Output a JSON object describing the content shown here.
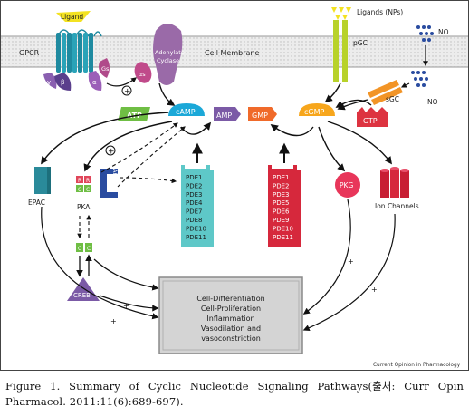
{
  "diagram": {
    "ligand": "Ligand",
    "ligands_nps": "Ligands (NPs)",
    "no_top": "NO",
    "no_right": "NO",
    "gpcr": "GPCR",
    "cell_membrane": "Cell Membrane",
    "adenylate_cyclase": [
      "Adenylate",
      "Cyclase"
    ],
    "pgc": "pGC",
    "sgc": "sGC",
    "g_alpha": "α",
    "g_alpha_s": "αs",
    "g_beta": "β",
    "g_gamma": "γ",
    "g_as": "Gs",
    "plus": "+",
    "atp": "ATP",
    "camp": "cAMP",
    "amp": "AMP",
    "gmp": "GMP",
    "cgmp": "cGMP",
    "gtp": "GTP",
    "epac": "EPAC",
    "pka": "PKA",
    "pka_r": "R",
    "pka_c": "C",
    "akap": "AKAP",
    "creb": "CREB",
    "pkg": "PKG",
    "ion_channels": "Ion Channels",
    "pde_camp": [
      "PDE1",
      "PDE2",
      "PDE3",
      "PDE4",
      "PDE7",
      "PDE8",
      "PDE10",
      "PDE11"
    ],
    "pde_cgmp": [
      "PDE1",
      "PDE2",
      "PDE3",
      "PDE5",
      "PDE6",
      "PDE9",
      "PDE10",
      "PDE11"
    ],
    "outcomes": [
      "Cell-Differentiation",
      "Cell-Proliferation",
      "Inflammation",
      "Vasodilation and",
      "vasoconstriction"
    ],
    "source": "Current Opinion in Pharmacology"
  },
  "caption": {
    "line1": "Figure 1. Summary of Cyclic Nucleotide Signaling Pathways(출처: Curr Opin",
    "line2": "Pharmacol. 2011:11(6):689-697)."
  },
  "colors": {
    "camp": "#1ba8d8",
    "cgmp": "#f7a61c",
    "pde_camp": "#5ec8c8",
    "pde_cgmp": "#d6283c",
    "atp": "#6fbe44",
    "amp": "#7b5aa6",
    "gmp": "#f06a2a",
    "gtp": "#dd3340",
    "epac": "#2a8a9a",
    "creb": "#7b5aa6",
    "pkg": "#e8365a",
    "ion_channel": "#d6283c",
    "akap": "#2a4ca0",
    "gpcr": "#1f8aa0",
    "cyclase": "#9a6aa8",
    "pgc": "#b8d22a",
    "sgc": "#f29426",
    "ligand": "#f3e221",
    "outcome_box": "#d4d4d4"
  }
}
